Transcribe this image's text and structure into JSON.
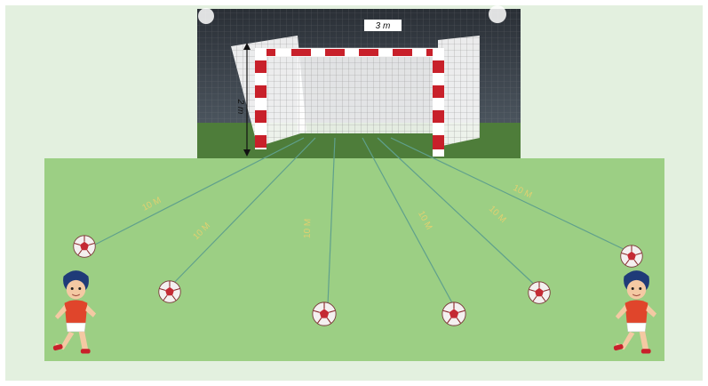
{
  "diagram": {
    "goal": {
      "width_label": "3 m",
      "height_label": "2 m"
    },
    "distance_labels": [
      "10 M",
      "10 M",
      "10 M",
      "10 M",
      "10 M",
      "10 M"
    ]
  },
  "colors": {
    "background": "#e3f0df",
    "pitch": "#9ccf84",
    "goal_post_red": "#c8202a",
    "line": "#5fa08c",
    "label": "#e0d070"
  },
  "icons": {
    "ball": "soccer-ball-icon",
    "player": "kicking-boy-icon"
  }
}
